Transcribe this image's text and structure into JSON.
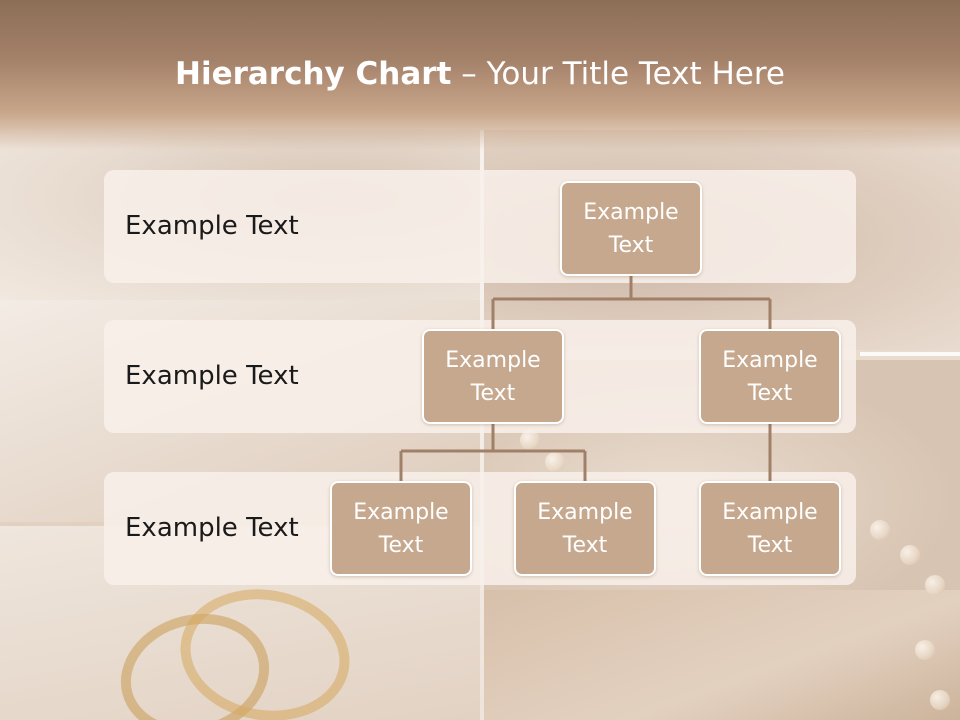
{
  "slide": {
    "title_bold": "Hierarchy Chart",
    "title_rest": " – Your Title Text Here"
  },
  "levels": [
    {
      "label": "Example Text"
    },
    {
      "label": "Example Text"
    },
    {
      "label": "Example Text"
    }
  ],
  "nodes": {
    "root": "Example Text",
    "level2_left": "Example Text",
    "level2_right": "Example Text",
    "level3_left": "Example Text",
    "level3_middle": "Example Text",
    "level3_right": "Example Text"
  },
  "colors": {
    "node_fill": "#c5a88e",
    "connector": "#a08068",
    "header": "#9a7a62"
  }
}
